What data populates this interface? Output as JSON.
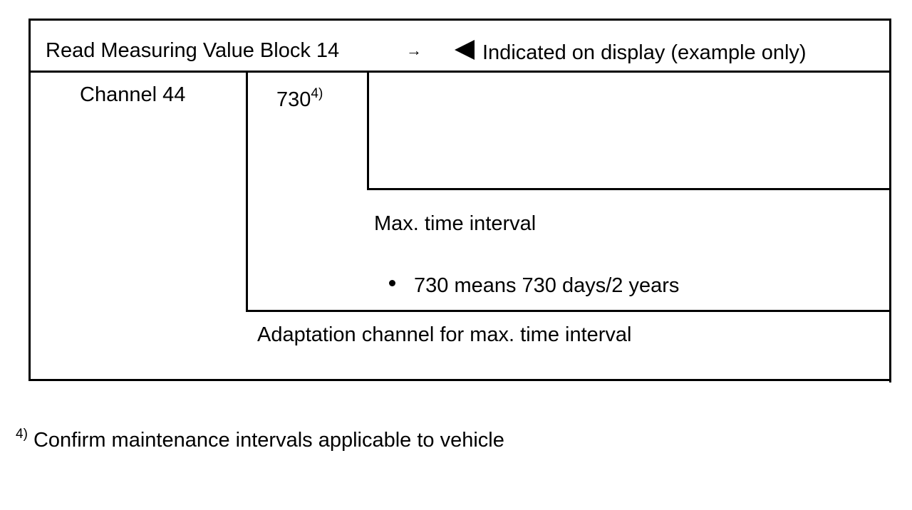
{
  "header": {
    "block_label": "Read Measuring Value Block 14",
    "arrow": "→",
    "display_note": "Indicated on display (example only)"
  },
  "field1": {
    "label": "Channel 44"
  },
  "field2": {
    "value": "730",
    "footnote_ref": "4)"
  },
  "callouts": {
    "max_interval": "Max. time interval",
    "bullet_text": "730 means 730 days/2 years",
    "adaptation": "Adaptation channel for max. time interval"
  },
  "footnote": {
    "marker": "4)",
    "text": "Confirm maintenance intervals applicable to vehicle"
  },
  "icons": {
    "indicator": "left-triangle-icon",
    "bullet": "bullet-icon"
  }
}
